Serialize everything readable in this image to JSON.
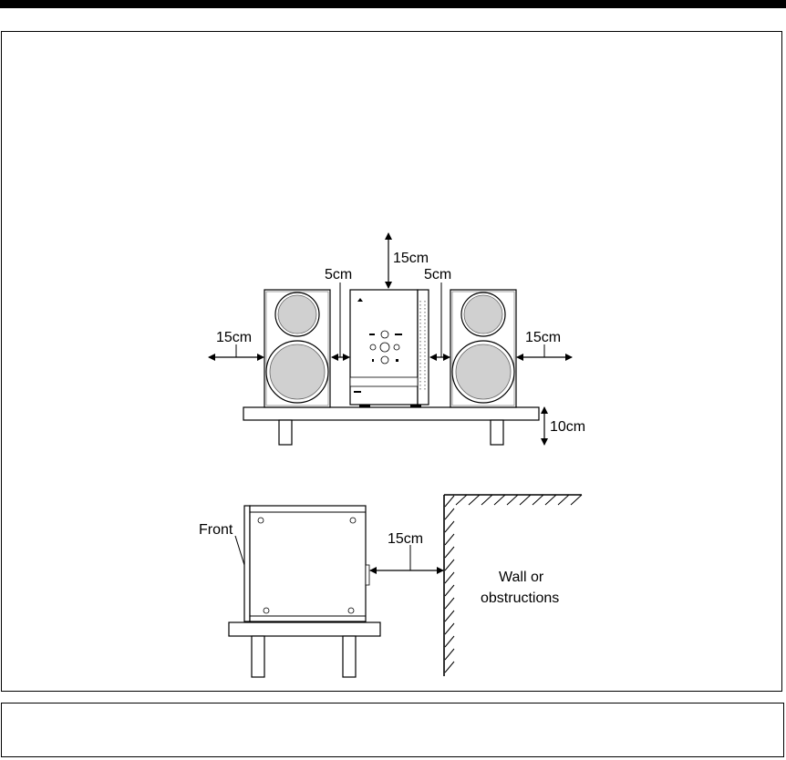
{
  "figure": {
    "front_view": {
      "top_clearance": "15cm",
      "left_gap": "5cm",
      "right_gap": "5cm",
      "left_side_clearance": "15cm",
      "right_side_clearance": "15cm",
      "shelf_height": "10cm"
    },
    "side_view": {
      "front_label": "Front",
      "rear_clearance": "15cm",
      "wall_label_line1": "Wall or",
      "wall_label_line2": "obstructions"
    }
  }
}
